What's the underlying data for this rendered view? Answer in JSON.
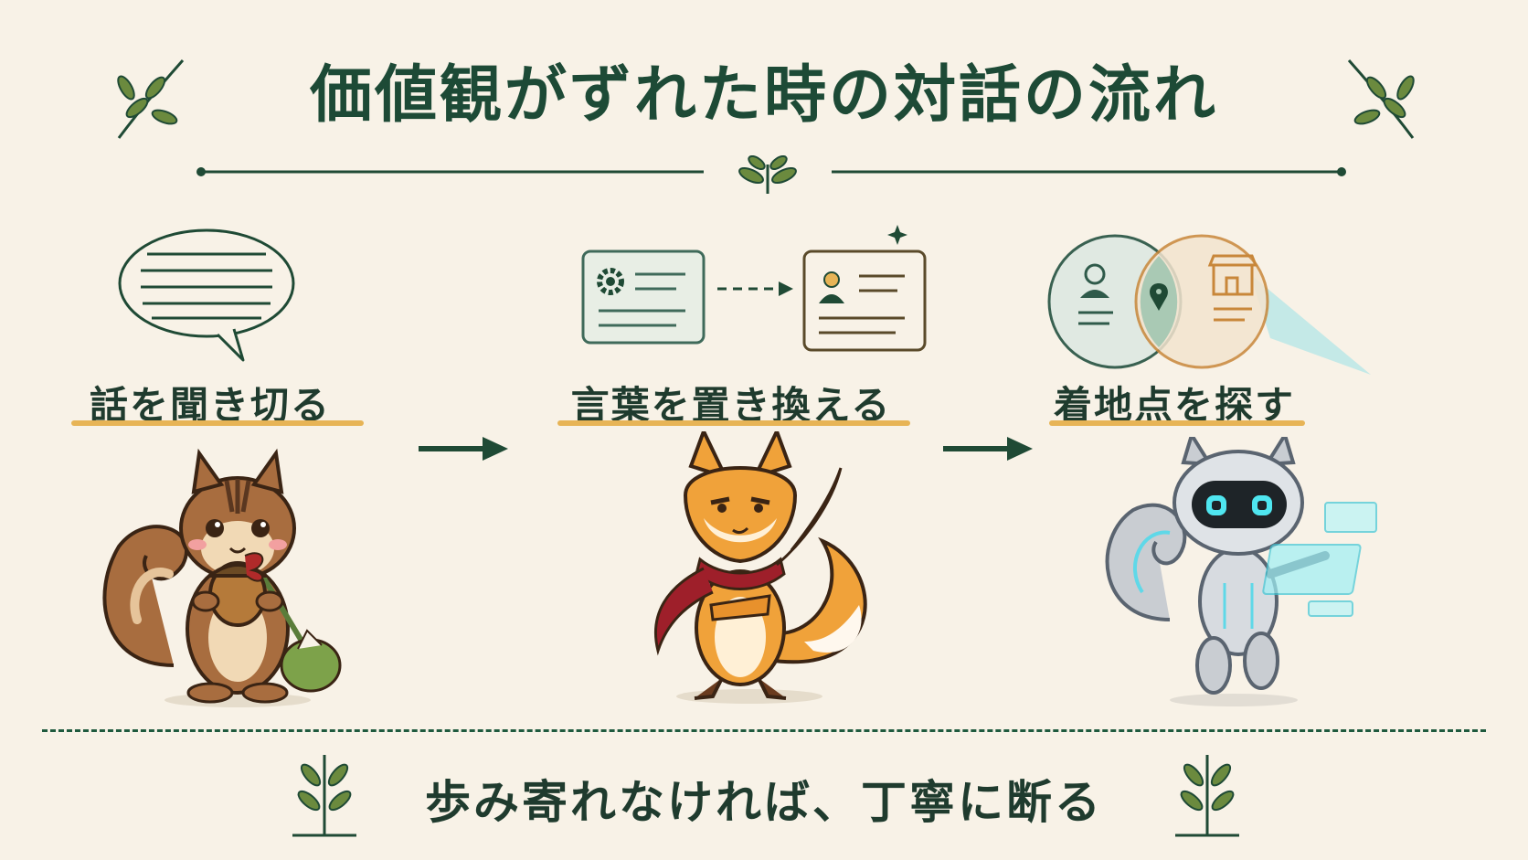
{
  "title": "価値観がずれた時の対話の流れ",
  "steps": [
    {
      "label": "話を聞き切る",
      "character": "squirrel-with-acorn"
    },
    {
      "label": "言葉を置き換える",
      "character": "fox-with-scarf"
    },
    {
      "label": "着地点を探す",
      "character": "robot-squirrel"
    }
  ],
  "footer": "歩み寄れなければ、丁寧に断る",
  "colors": {
    "background": "#f8f2e7",
    "title_green": "#1d4a36",
    "underline_gold": "#e7b456",
    "leaf_green": "#5b7d3a"
  }
}
